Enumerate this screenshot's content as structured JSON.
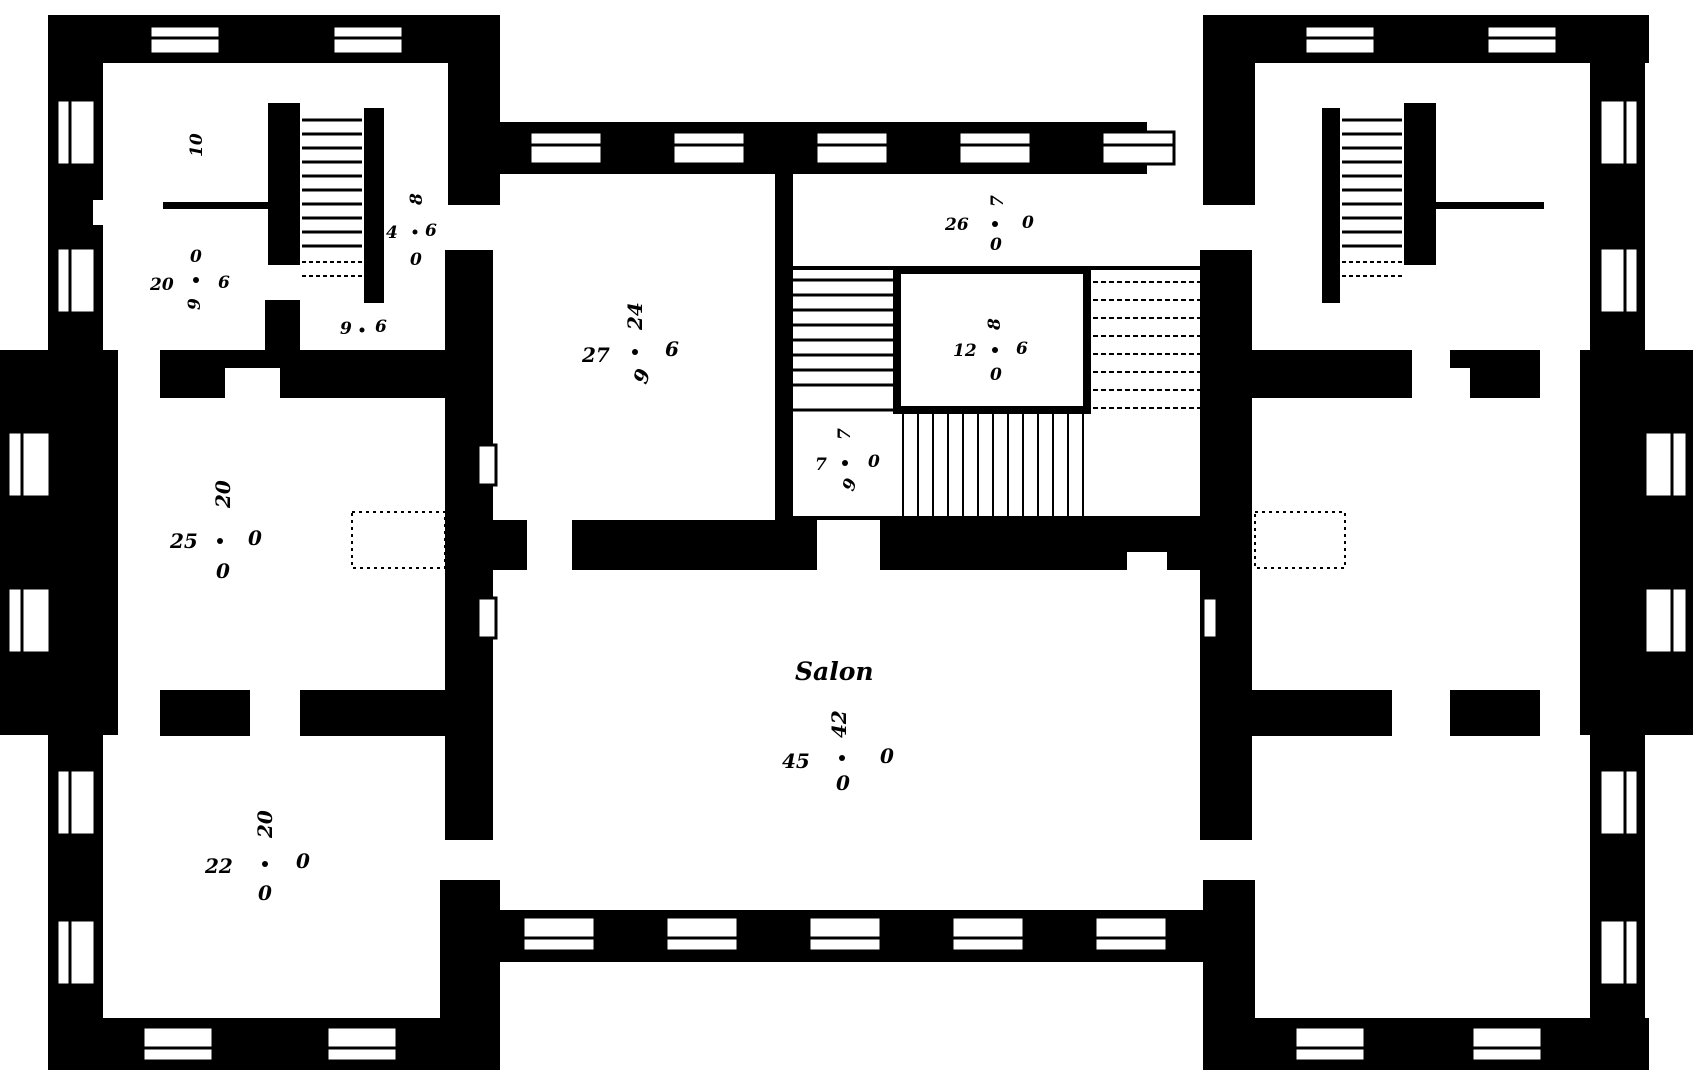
{
  "plan": {
    "room_labels": {
      "salon": "Salon",
      "salon_width": "45",
      "salon_width_in": "0",
      "salon_depth": "42",
      "salon_depth_in": "0",
      "room_nw_width": "20",
      "room_nw_width_in": "6",
      "room_nw_depth": "9",
      "room_nw_depth_in": "0",
      "room_nw_small": "10",
      "passage_nw_width": "4",
      "passage_nw_width_in": "6",
      "passage_nw_depth": "8",
      "passage_nw_depth_in": "0",
      "stair_nw_width": "9",
      "stair_nw_width_in": "6",
      "room_w_width": "25",
      "room_w_width_in": "0",
      "room_w_depth": "20",
      "room_w_depth_in": "0",
      "room_sw_width": "22",
      "room_sw_width_in": "0",
      "room_sw_depth": "20",
      "room_sw_depth_in": "0",
      "room_n_width": "27",
      "room_n_width_in": "6",
      "room_n_depth": "24",
      "room_n_depth_in": "9",
      "hall_width": "26",
      "hall_width_in": "0",
      "hall_depth": "7",
      "hall_depth_in": "0",
      "well_width": "12",
      "well_width_in": "6",
      "well_depth": "8",
      "well_depth_in": "0",
      "landing_width": "7",
      "landing_width_in": "0",
      "landing_depth": "7",
      "landing_depth_in": "9"
    }
  }
}
